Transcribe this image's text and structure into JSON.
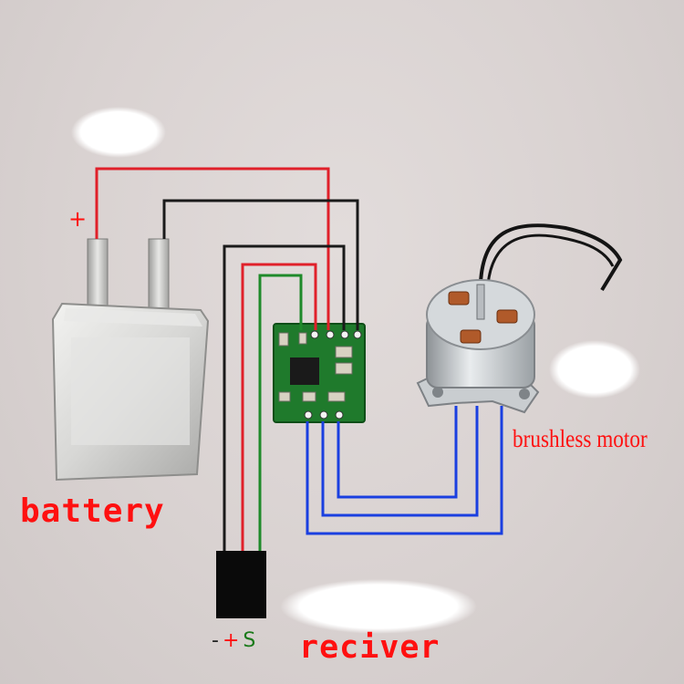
{
  "labels": {
    "battery": "battery",
    "receiver": "reciver",
    "motor": "brushless motor",
    "battery_plus": "+",
    "receiver_pins": {
      "minus": "-",
      "plus": "+",
      "signal": "S"
    }
  },
  "wire_colors": {
    "positive": "#e0202a",
    "negative": "#1a1a1a",
    "signal": "#1f8a2a",
    "motor_phase": "#1a3fe0",
    "label": "#ff1010"
  },
  "components": [
    "battery",
    "esc-board",
    "receiver",
    "brushless motor"
  ]
}
